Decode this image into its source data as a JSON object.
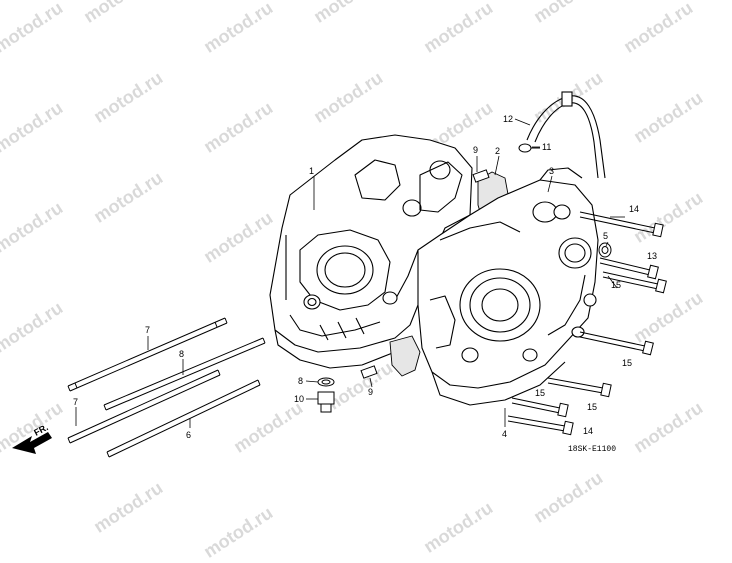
{
  "watermark": "motod.ru",
  "diagram_code": "18SK-E1100",
  "direction_label": "FR.",
  "callouts": {
    "c1": "1",
    "c2": "2",
    "c3": "3",
    "c4": "4",
    "c5": "5",
    "c6": "6",
    "c7a": "7",
    "c7b": "7",
    "c8a": "8",
    "c8b": "8",
    "c9a": "9",
    "c9b": "9",
    "c10": "10",
    "c11": "11",
    "c12": "12",
    "c13": "13",
    "c14a": "14",
    "c14b": "14",
    "c15a": "15",
    "c15b": "15",
    "c15c": "15",
    "c15d": "15"
  }
}
